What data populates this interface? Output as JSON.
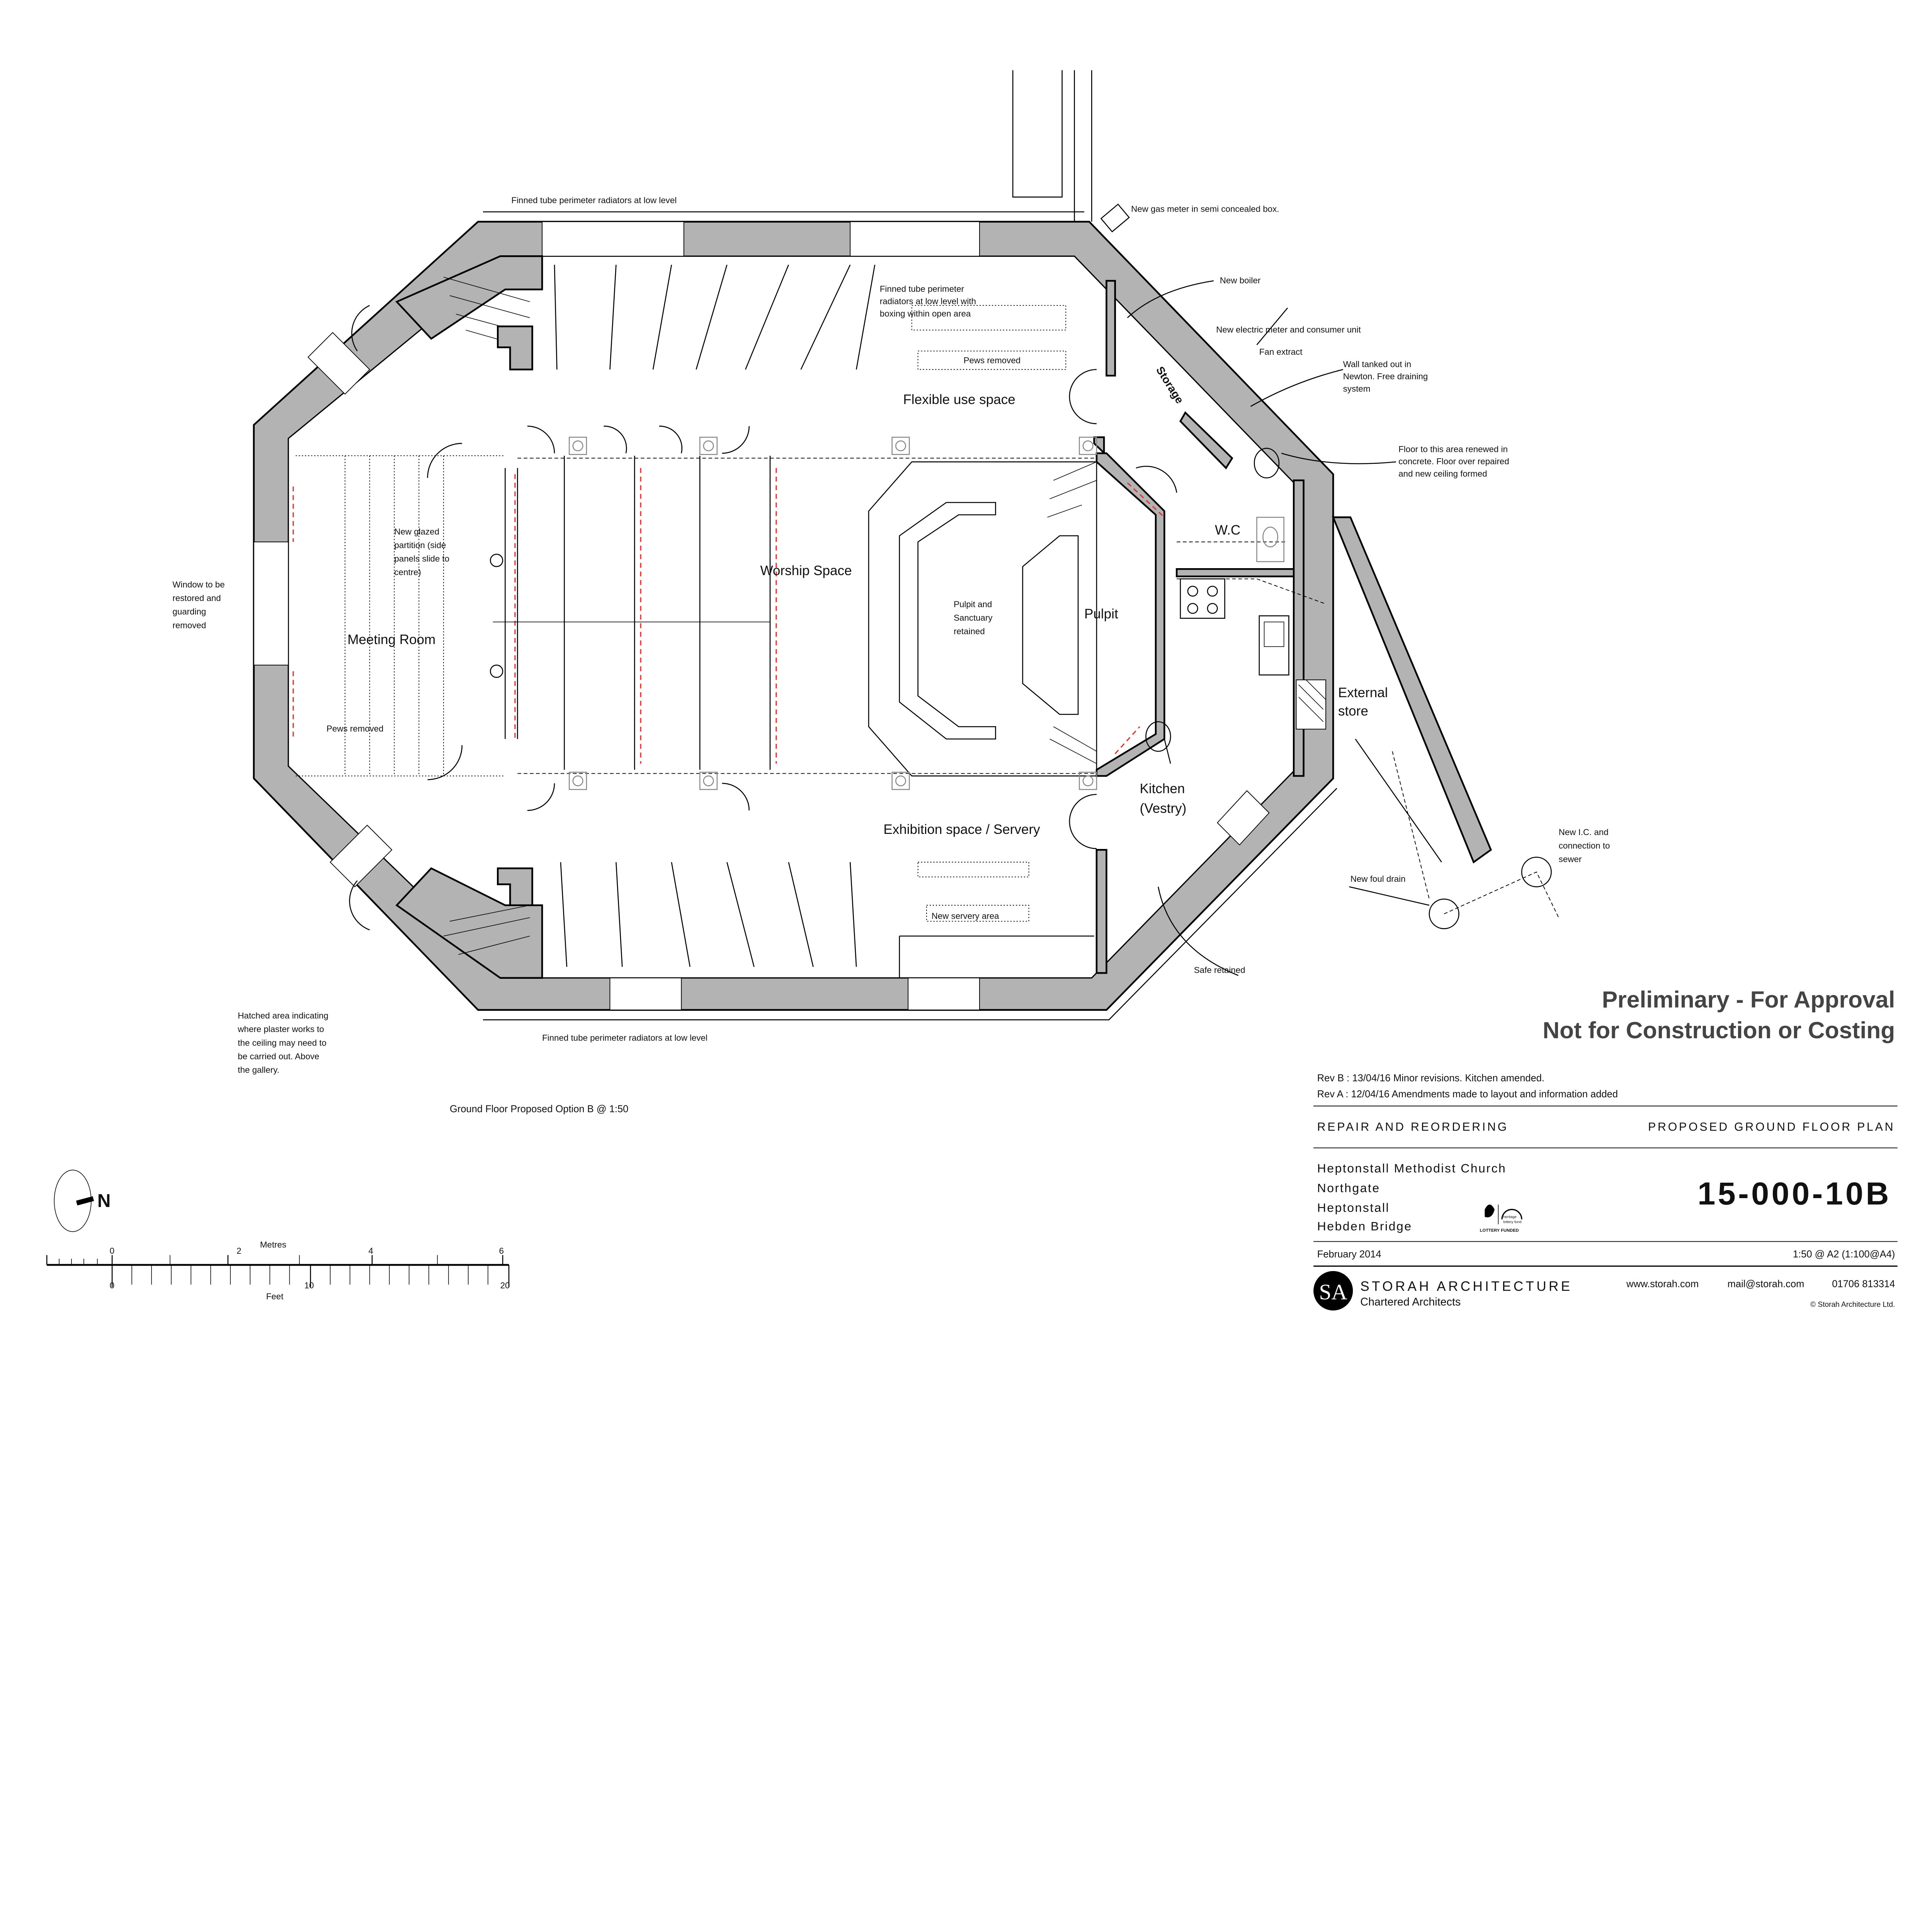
{
  "drawing": {
    "rooms": {
      "meeting_room": "Meeting Room",
      "worship_space": "Worship Space",
      "flexible_use": "Flexible use space",
      "exhibition": "Exhibition space / Servery",
      "pulpit": "Pulpit",
      "wc": "W.C",
      "kitchen_1": "Kitchen",
      "kitchen_2": "(Vestry)",
      "external_store_1": "External",
      "external_store_2": "store",
      "storage": "Storage"
    },
    "notes": {
      "radiators_top": "Finned tube perimeter radiators at low level",
      "radiators_bottom": "Finned tube perimeter radiators at low level",
      "radiators_boxing": [
        "Finned tube perimeter",
        "radiators at low level with",
        "boxing within open area"
      ],
      "pews_removed_top": "Pews removed",
      "pews_removed_left": "Pews removed",
      "gas_meter": "New gas meter in semi concealed box.",
      "boiler": "New boiler",
      "electric_meter": "New electric meter and consumer unit",
      "fan_extract": "Fan extract",
      "wall_tanked": [
        "Wall tanked out in",
        "Newton. Free draining",
        "system"
      ],
      "floor_renewed": [
        "Floor to this area renewed in",
        "concrete. Floor over repaired",
        "and new ceiling formed"
      ],
      "glazed_partition": [
        "New glazed",
        "partition (side",
        "panels slide to",
        "centre)"
      ],
      "window_restored": [
        "Window to be",
        "restored and",
        "guarding",
        "removed"
      ],
      "pulpit_retained": [
        "Pulpit and",
        "Sanctuary",
        "retained"
      ],
      "new_servery": "New servery area",
      "safe_retained": "Safe retained",
      "new_ic": [
        "New I.C. and",
        "connection to",
        "sewer"
      ],
      "new_foul_drain": "New foul drain",
      "hatched_area": [
        "Hatched area indicating",
        "where plaster works to",
        "the ceiling may need to",
        "be carried out. Above",
        "the gallery."
      ]
    },
    "caption": "Ground Floor Proposed Option B @ 1:50",
    "north_label": "N",
    "scale_bar": {
      "top_label": "Metres",
      "top_ticks": [
        "0",
        "2",
        "4",
        "6"
      ],
      "bottom_label": "Feet",
      "bottom_ticks": [
        "0",
        "10",
        "20"
      ]
    }
  },
  "title_block": {
    "warning_1": "Preliminary - For Approval",
    "warning_2": "Not for Construction or Costing",
    "revisions": [
      "Rev B : 13/04/16 Minor revisions.  Kitchen amended.",
      "Rev A : 12/04/16 Amendments made to layout and information added"
    ],
    "project": "REPAIR AND REORDERING",
    "drawing_title": "PROPOSED GROUND FLOOR PLAN",
    "address": [
      "Heptonstall Methodist Church",
      "Northgate",
      "Heptonstall",
      "Hebden Bridge"
    ],
    "drawing_number": "15-000-10B",
    "lottery_logo": {
      "line1": "heritage",
      "line2": "lottery fund",
      "caption": "LOTTERY FUNDED"
    },
    "date": "February 2014",
    "scale": "1:50 @ A2 (1:100@A4)",
    "firm_logo": "SA",
    "firm_name": "STORAH ARCHITECTURE",
    "firm_subtitle": "Chartered Architects",
    "website": "www.storah.com",
    "email": "mail@storah.com",
    "phone": "01706 813314",
    "copyright": "© Storah Architecture Ltd."
  }
}
